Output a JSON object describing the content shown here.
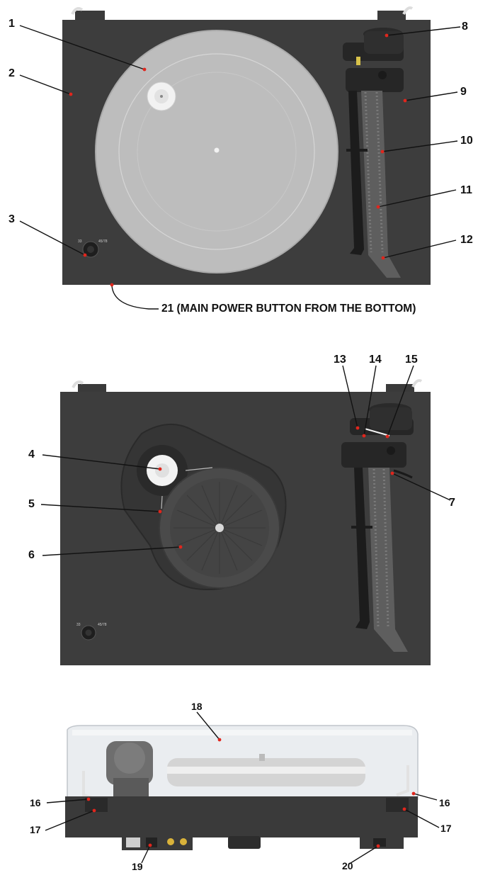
{
  "colors": {
    "plinth": "#3d3d3d",
    "plinth_dark": "#2e2e2e",
    "platter": "#bdbdbd",
    "platter_rim": "#a9a9a9",
    "marker": "#e0261d",
    "leader": "#111111",
    "carbon_arm": "#6a6a6a",
    "background": "#ffffff"
  },
  "top_view": {
    "speed_labels": {
      "low": "33",
      "high": "45/78"
    },
    "callouts": [
      "1",
      "2",
      "3",
      "8",
      "9",
      "10",
      "11",
      "12"
    ],
    "power_note": "21 (MAIN POWER BUTTON FROM THE BOTTOM)"
  },
  "platter_removed_view": {
    "speed_labels": {
      "low": "33",
      "high": "45/78"
    },
    "callouts": [
      "4",
      "5",
      "6",
      "7",
      "13",
      "14",
      "15"
    ]
  },
  "rear_view": {
    "callouts": [
      "16",
      "16",
      "17",
      "17",
      "18",
      "19",
      "20"
    ]
  }
}
